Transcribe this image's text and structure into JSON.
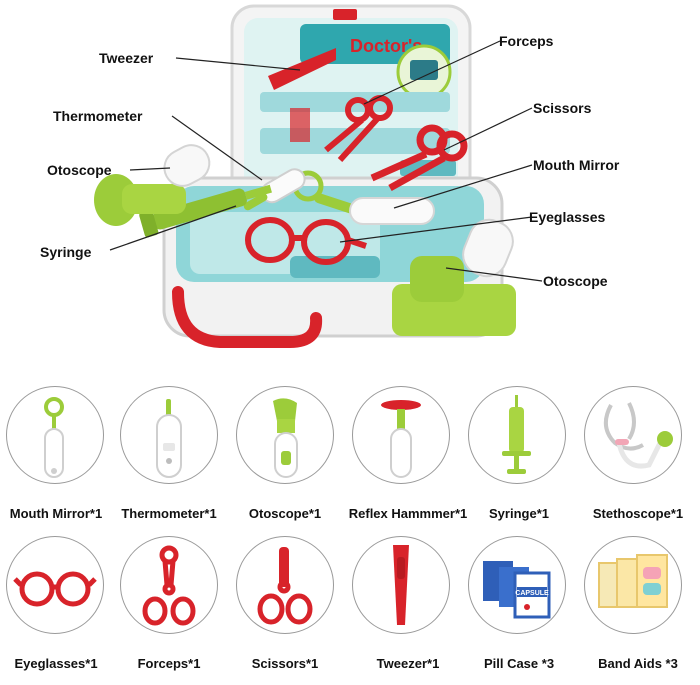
{
  "callouts": {
    "tweezer": "Tweezer",
    "thermometer": "Thermometer",
    "otoscope_left": "Otoscope",
    "syringe": "Syringe",
    "forceps": "Forceps",
    "scissors": "Scissors",
    "mouth_mirror": "Mouth Mirror",
    "eyeglasses": "Eyeglasses",
    "otoscope_right": "Otoscope"
  },
  "case_sign": "Doctor's",
  "items": [
    {
      "label": "Mouth Mirror*1",
      "icon": "mouth-mirror-icon"
    },
    {
      "label": "Thermometer*1",
      "icon": "thermometer-icon"
    },
    {
      "label": "Otoscope*1",
      "icon": "otoscope-icon"
    },
    {
      "label": "Reflex Hammmer*1",
      "icon": "reflex-hammer-icon"
    },
    {
      "label": "Syringe*1",
      "icon": "syringe-icon"
    },
    {
      "label": "Stethoscope*1",
      "icon": "stethoscope-icon"
    },
    {
      "label": "Eyeglasses*1",
      "icon": "eyeglasses-icon"
    },
    {
      "label": "Forceps*1",
      "icon": "forceps-icon"
    },
    {
      "label": "Scissors*1",
      "icon": "scissors-icon"
    },
    {
      "label": "Tweezer*1",
      "icon": "tweezer-icon"
    },
    {
      "label": "Pill Case *3",
      "icon": "pill-case-icon",
      "box_text": "CAPSULE"
    },
    {
      "label": "Band Aids *3",
      "icon": "band-aid-icon"
    }
  ],
  "colors": {
    "toy_red": "#d8232a",
    "toy_green": "#9ccc3a",
    "toy_teal": "#7fd0d3",
    "toy_white": "#f2f2f2",
    "circle_border": "#9a9a9a"
  }
}
